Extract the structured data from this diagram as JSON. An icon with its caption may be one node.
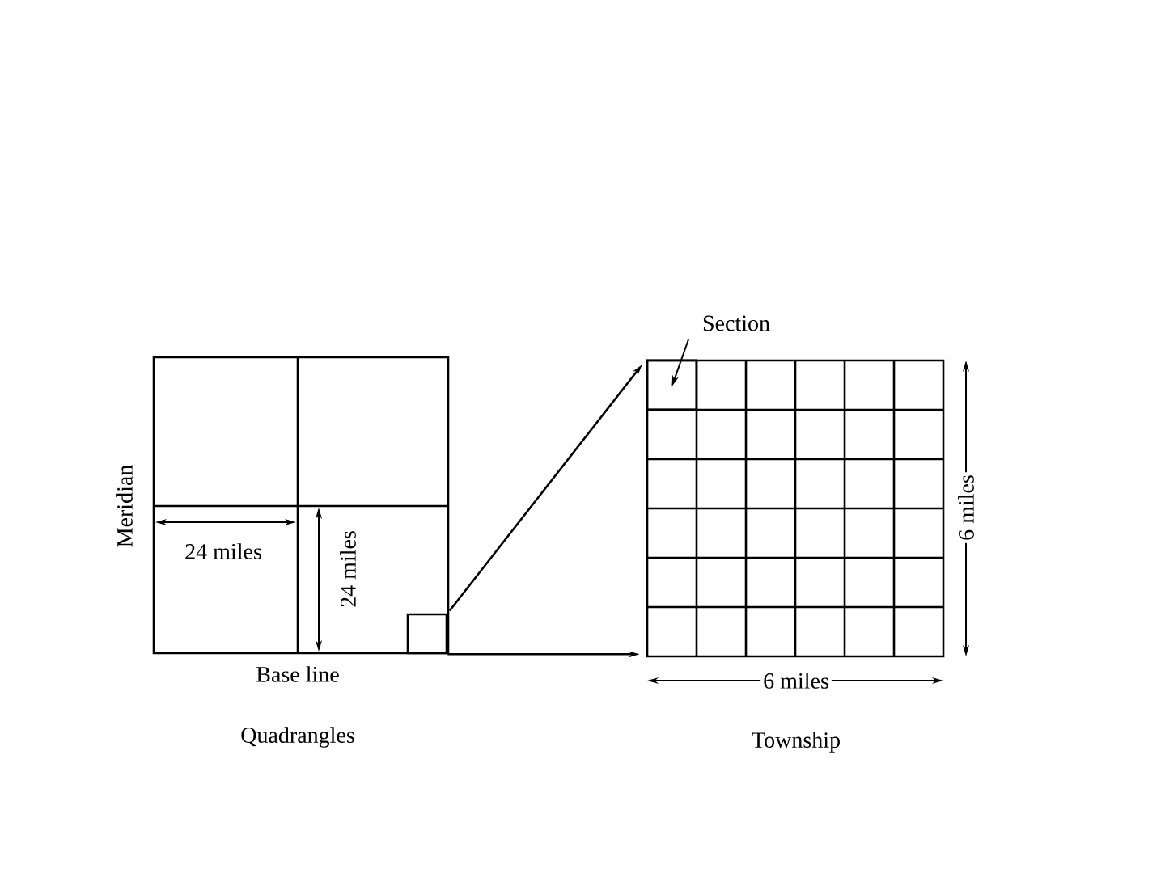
{
  "diagram": {
    "nodes": [
      {
        "text": [],
        "shape": "box",
        "beside": [
          "Quadrangles"
        ]
      },
      {
        "text": [],
        "shape": "box",
        "in": 0
      },
      {
        "text": [],
        "shape": "box",
        "beside": [
          "Township"
        ]
      },
      {
        "text": [
          "Section"
        ]
      },
      {
        "text": [],
        "shape": "box",
        "in": 2
      }
    ],
    "edges": [
      {
        "from": 1,
        "to": 2,
        "arrow": "to"
      },
      {
        "from": 1,
        "to": 2,
        "arrow": "to"
      },
      {
        "from": 3,
        "to": 4,
        "arrow": "to"
      }
    ],
    "labels": [
      "Meridian",
      "24 miles",
      "24 miles",
      "Base line",
      "6 miles",
      "6 miles"
    ]
  }
}
